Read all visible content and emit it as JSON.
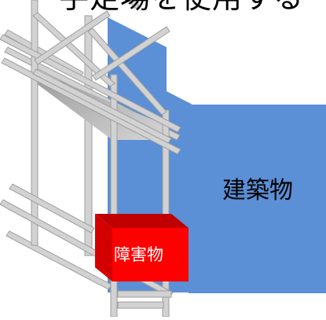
{
  "caption": "ー　⼿足場を使用する",
  "building": {
    "label": "建築物",
    "color": "#5b8fd6"
  },
  "obstacle": {
    "label": "障害物",
    "color": "#ff0000"
  },
  "scaffold": {
    "color": "#d2d2d2",
    "outline": "#9e9e9e"
  },
  "platform": {
    "color": "#b3b3b3"
  }
}
